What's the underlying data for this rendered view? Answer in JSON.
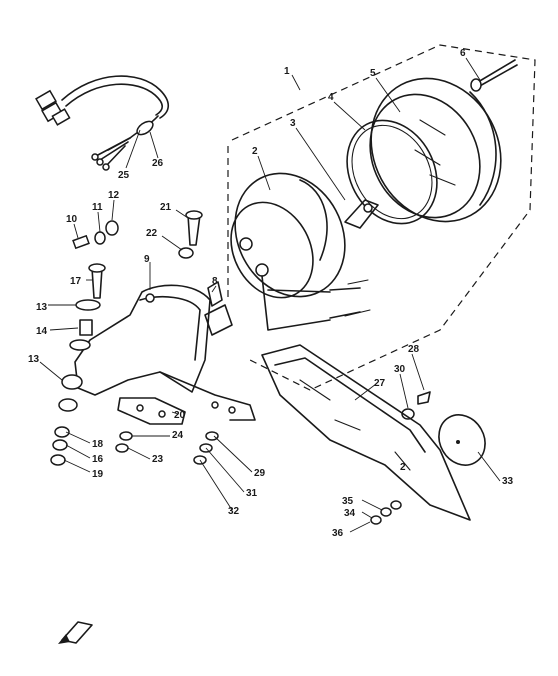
{
  "callouts": [
    {
      "id": "c1",
      "text": "1"
    },
    {
      "id": "c2",
      "text": "2"
    },
    {
      "id": "c3",
      "text": "3"
    },
    {
      "id": "c4",
      "text": "4"
    },
    {
      "id": "c5",
      "text": "5"
    },
    {
      "id": "c6",
      "text": "6"
    },
    {
      "id": "c8",
      "text": "8"
    },
    {
      "id": "c9",
      "text": "9"
    },
    {
      "id": "c10",
      "text": "10"
    },
    {
      "id": "c11",
      "text": "11"
    },
    {
      "id": "c12",
      "text": "12"
    },
    {
      "id": "c13a",
      "text": "13"
    },
    {
      "id": "c13b",
      "text": "13"
    },
    {
      "id": "c14",
      "text": "14"
    },
    {
      "id": "c16",
      "text": "16"
    },
    {
      "id": "c17",
      "text": "17"
    },
    {
      "id": "c18",
      "text": "18"
    },
    {
      "id": "c19",
      "text": "19"
    },
    {
      "id": "c20",
      "text": "20"
    },
    {
      "id": "c21",
      "text": "21"
    },
    {
      "id": "c22",
      "text": "22"
    },
    {
      "id": "c23",
      "text": "23"
    },
    {
      "id": "c24",
      "text": "24"
    },
    {
      "id": "c25",
      "text": "25"
    },
    {
      "id": "c26",
      "text": "26"
    },
    {
      "id": "c27",
      "text": "27"
    },
    {
      "id": "c28",
      "text": "28"
    },
    {
      "id": "c29",
      "text": "29"
    },
    {
      "id": "c30",
      "text": "30"
    },
    {
      "id": "c31",
      "text": "31"
    },
    {
      "id": "c32",
      "text": "32"
    },
    {
      "id": "c33",
      "text": "33"
    },
    {
      "id": "c34",
      "text": "34"
    },
    {
      "id": "c35",
      "text": "35"
    },
    {
      "id": "c36",
      "text": "36"
    }
  ],
  "plate_text": "2"
}
